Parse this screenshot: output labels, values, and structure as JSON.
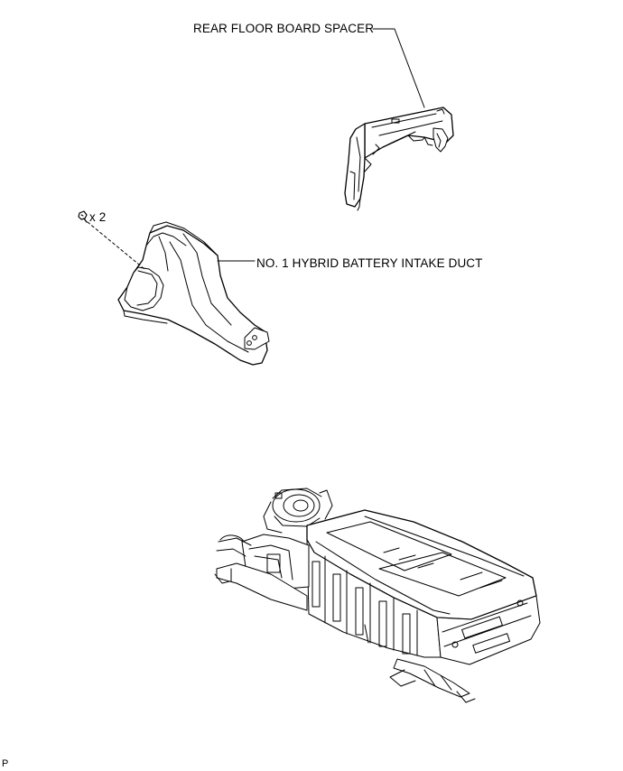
{
  "labels": {
    "rear_floor_board_spacer": "REAR FLOOR BOARD SPACER",
    "intake_duct": "NO. 1 HYBRID BATTERY INTAKE DUCT",
    "clip_quantity": "x 2",
    "illustration_code": "P"
  },
  "icons": {
    "clip": "push-clip-icon"
  },
  "colors": {
    "line": "#000000",
    "background": "#ffffff"
  }
}
